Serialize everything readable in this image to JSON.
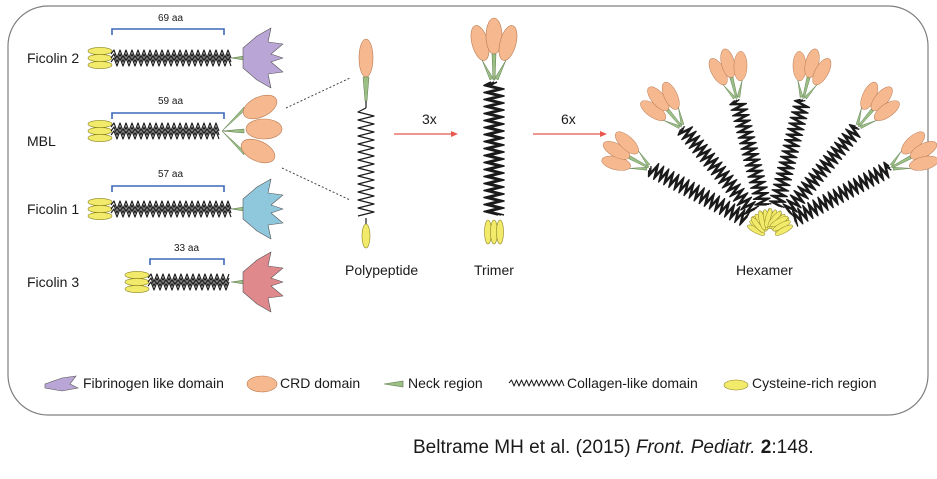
{
  "proteins": [
    {
      "name": "Ficolin 2",
      "length_label": "69 aa",
      "head": "fibrinogen",
      "head_color": "#b9a6d6"
    },
    {
      "name": "MBL",
      "length_label": "59 aa",
      "head": "crd",
      "head_color": "#f5b88f"
    },
    {
      "name": "Ficolin 1",
      "length_label": "57 aa",
      "head": "fibrinogen",
      "head_color": "#8fc8dd"
    },
    {
      "name": "Ficolin 3",
      "length_label": "33 aa",
      "head": "fibrinogen",
      "head_color": "#e0898c"
    }
  ],
  "assembly": {
    "polypeptide": "Polypeptide",
    "trimer": "Trimer",
    "hexamer": "Hexamer",
    "step1": "3x",
    "step2": "6x"
  },
  "legend": [
    {
      "icon": "fibrinogen-domain-icon",
      "label": "Fibrinogen like domain"
    },
    {
      "icon": "crd-domain-icon",
      "label": "CRD domain"
    },
    {
      "icon": "neck-region-icon",
      "label": "Neck region"
    },
    {
      "icon": "collagen-domain-icon",
      "label": "Collagen-like domain"
    },
    {
      "icon": "cysteine-region-icon",
      "label": "Cysteine-rich region"
    }
  ],
  "citation": {
    "authors": "Beltrame MH et al. (2015) ",
    "journal": "Front. Pediatr.",
    "volume": "2",
    "page": ":148."
  },
  "colors": {
    "crd": "#f5b88f",
    "neck": "#9cbf86",
    "cysteine": "#f2ea6a",
    "collagen": "#1a1a1a",
    "bracket": "#3b68b8",
    "arrow": "#e8584f",
    "frame": "#7f7f7f"
  }
}
